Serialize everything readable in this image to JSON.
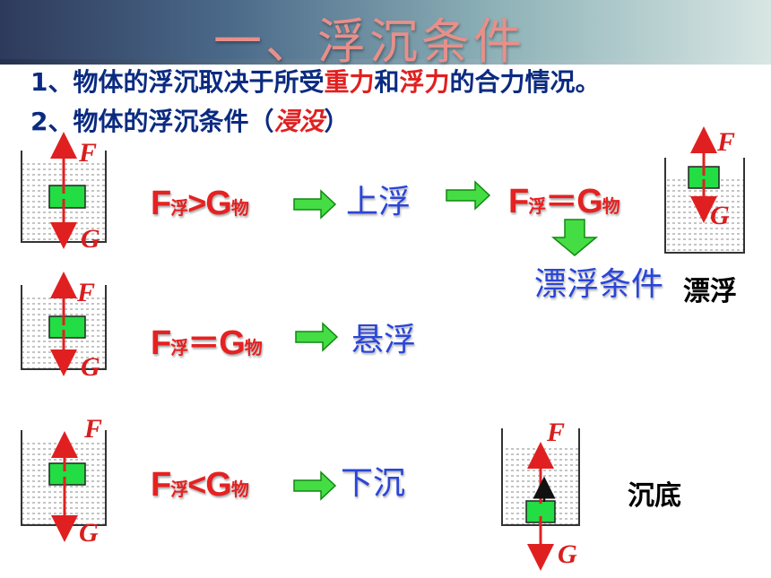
{
  "title": "一、浮沉条件",
  "line1": {
    "num": "1",
    "pre": "、物体的浮沉取决于所受",
    "gravity": "重力",
    "and": "和",
    "buoyancy": "浮力",
    "post": "的合力情况。"
  },
  "line2": {
    "num": "2",
    "pre": "、物体的浮沉条件（",
    "term": "浸没",
    "post": "）"
  },
  "force_labels": {
    "f": "F",
    "g": "G"
  },
  "eq_parts": {
    "F": "F",
    "G": "G",
    "sub_f": "浮",
    "sub_g": "物"
  },
  "conditions": [
    {
      "op": ">",
      "result": "上浮"
    },
    {
      "op": "＝",
      "result": "悬浮"
    },
    {
      "op": "<",
      "result": "下沉"
    }
  ],
  "float_eq_op": "＝",
  "float_condition": "漂浮条件",
  "states": {
    "float": "漂浮",
    "sink": "沉底"
  },
  "colors": {
    "arrow": "#e02020",
    "block": "#22dd44",
    "green_arrow": "#44dd44",
    "blue_text": "#2a45d8"
  }
}
